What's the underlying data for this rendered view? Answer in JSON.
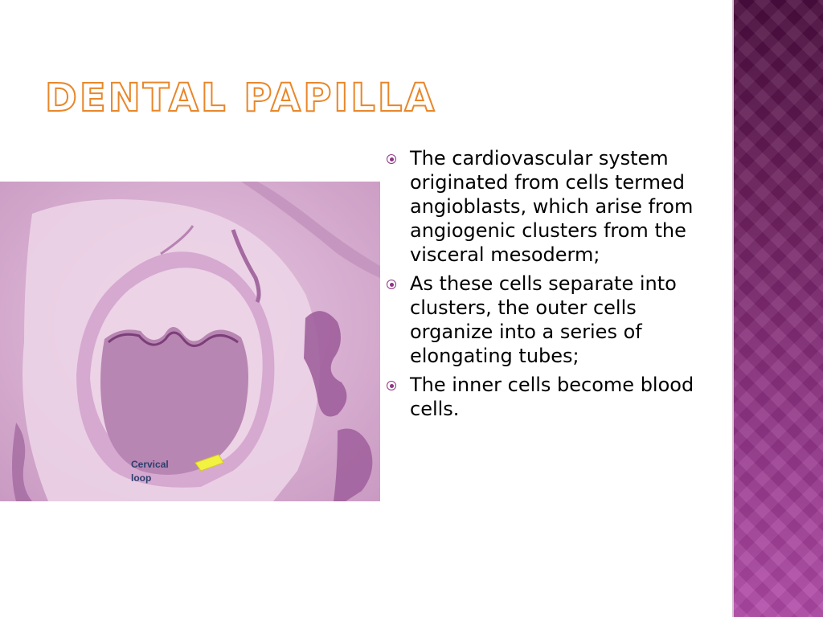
{
  "slide": {
    "title": "Dental Papilla",
    "photo_label": "Cervical\nloop",
    "bullets": [
      "The cardiovascular system originated from cells termed angioblasts, which arise from angiogenic clusters from the visceral mesoderm;",
      "As these cells separate into clusters, the outer cells organize into a series of elongating tubes;",
      "The inner cells become blood cells."
    ]
  },
  "colors": {
    "title_outline": "#e8872a",
    "accent_purple": "#8f3384",
    "tissue_pink": "#d9a9d3",
    "band_top": "#4a0d3e",
    "band_bottom": "#b14aa8"
  },
  "icons": {
    "bullet": "circled-dot-icon"
  }
}
